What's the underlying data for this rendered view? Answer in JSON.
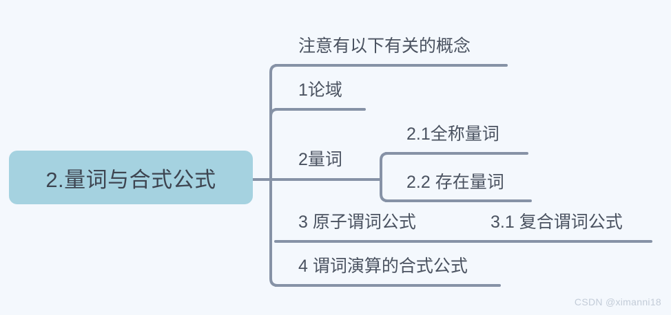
{
  "canvas": {
    "background_color": "#f4f8fd",
    "line_color": "#8692a6",
    "text_color": "#4a5260"
  },
  "root": {
    "label": "2.量词与合式公式",
    "fill_color": "#a5d2e0",
    "text_color": "#3d4450"
  },
  "branches": [
    {
      "id": "b0",
      "label": "注意有以下有关的概念",
      "level": 1
    },
    {
      "id": "b1",
      "label": "1论域",
      "level": 1
    },
    {
      "id": "b2",
      "label": "2量词",
      "level": 1
    },
    {
      "id": "b2c1",
      "label": "2.1全称量词",
      "level": 2
    },
    {
      "id": "b2c2",
      "label": "2.2 存在量词",
      "level": 2
    },
    {
      "id": "b3",
      "label": "3 原子谓词公式",
      "level": 1
    },
    {
      "id": "b3c1",
      "label": "3.1 复合谓词公式",
      "level": 2
    },
    {
      "id": "b4",
      "label": "4 谓词演算的合式公式",
      "level": 1
    }
  ],
  "watermark": {
    "text": "CSDN @ximanni18"
  }
}
